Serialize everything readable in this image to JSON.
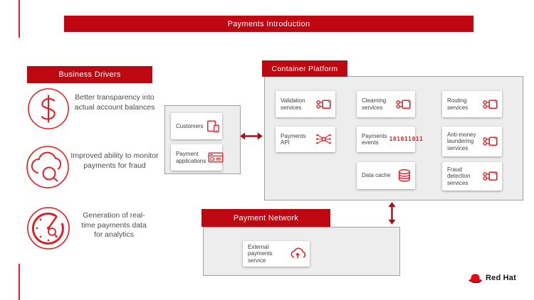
{
  "title_bar": {
    "label": "Payments Introduction"
  },
  "colors": {
    "header_red": "#bf0712",
    "icon_red": "#e01e25",
    "arrow_red": "#a90d16",
    "panel_gray": "#ededed",
    "panel_border": "#a0a0a0",
    "text_dark": "#3d3f42"
  },
  "business_drivers": {
    "header": "Business Drivers",
    "items": [
      {
        "icon": "dollar-icon",
        "text": "Better transparency into actual account balances"
      },
      {
        "icon": "cloud-search-icon",
        "text": "Improved ability to monitor payments for fraud"
      },
      {
        "icon": "realtime-data-icon",
        "text": "Generation of real-time payments data for analytics"
      }
    ]
  },
  "customers_panel": {
    "cards": [
      {
        "label": "Customers",
        "icon": "devices-icon"
      },
      {
        "label": "Payment applications",
        "icon": "application-window-icon"
      }
    ]
  },
  "container_platform": {
    "header": "Container Platform",
    "cards": [
      {
        "label": "Validation services",
        "icon": "services-icon"
      },
      {
        "label": "Clearning services",
        "icon": "services-icon"
      },
      {
        "label": "Routing services",
        "icon": "services-icon"
      },
      {
        "label": "Payments API",
        "icon": "api-icon"
      },
      {
        "label": "Payments events",
        "icon": "binary-icon",
        "icon_lines": [
          "1010",
          "11011"
        ]
      },
      {
        "label": "Anti-money laundering services",
        "icon": "services-icon"
      },
      {
        "label": "Data cache",
        "icon": "database-icon"
      },
      {
        "label": "Fraud detection services",
        "icon": "services-icon"
      }
    ]
  },
  "payment_network": {
    "header": "Payment Network",
    "cards": [
      {
        "label": "External payments service",
        "icon": "cloud-upload-icon"
      }
    ]
  },
  "logo": {
    "text": "Red Hat"
  }
}
